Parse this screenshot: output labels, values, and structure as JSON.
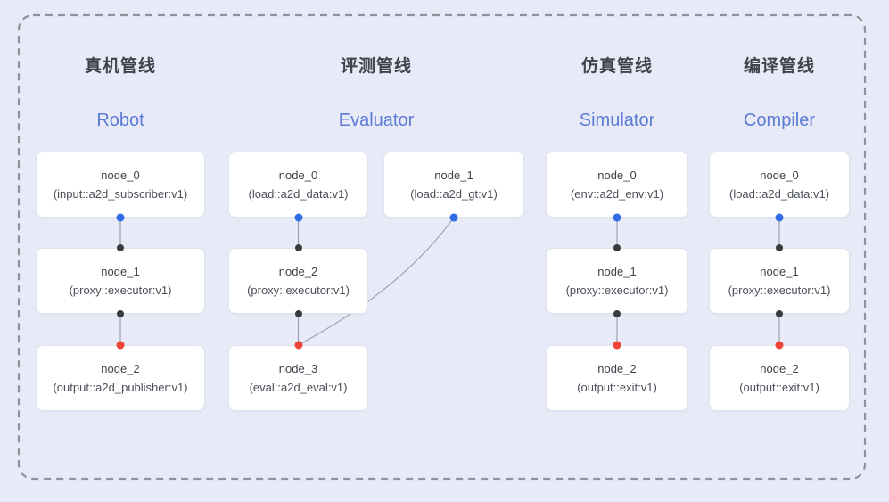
{
  "colors": {
    "background": "#e8ebf7",
    "frame_border": "#8e939b",
    "node_bg": "#ffffff",
    "node_border": "#dfe3ec",
    "title_zh": "#3e434c",
    "title_en": "#5b7bd5",
    "node_title": "#3d424b",
    "node_subtitle": "#4a4f58",
    "edge": "#9aa3b4",
    "port_source": "#2e6be5",
    "port_mid": "#3b3b3f",
    "port_sink": "#ee4437"
  },
  "pipelines": [
    {
      "key": "robot",
      "title_zh": "真机管线",
      "title_en": "Robot",
      "nodes": [
        {
          "title": "node_0",
          "type": "(input::a2d_subscriber:v1)"
        },
        {
          "title": "node_1",
          "type": "(proxy::executor:v1)"
        },
        {
          "title": "node_2",
          "type": "(output::a2d_publisher:v1)"
        }
      ]
    },
    {
      "key": "evaluator",
      "title_zh": "评测管线",
      "title_en": "Evaluator",
      "nodes": [
        {
          "title": "node_0",
          "type": "(load::a2d_data:v1)"
        },
        {
          "title": "node_1",
          "type": "(load::a2d_gt:v1)"
        },
        {
          "title": "node_2",
          "type": "(proxy::executor:v1)"
        },
        {
          "title": "node_3",
          "type": "(eval::a2d_eval:v1)"
        }
      ]
    },
    {
      "key": "simulator",
      "title_zh": "仿真管线",
      "title_en": "Simulator",
      "nodes": [
        {
          "title": "node_0",
          "type": "(env::a2d_env:v1)"
        },
        {
          "title": "node_1",
          "type": "(proxy::executor:v1)"
        },
        {
          "title": "node_2",
          "type": "(output::exit:v1)"
        }
      ]
    },
    {
      "key": "compiler",
      "title_zh": "编译管线",
      "title_en": "Compiler",
      "nodes": [
        {
          "title": "node_0",
          "type": "(load::a2d_data:v1)"
        },
        {
          "title": "node_1",
          "type": "(proxy::executor:v1)"
        },
        {
          "title": "node_2",
          "type": "(output::exit:v1)"
        }
      ]
    }
  ],
  "edges": [
    {
      "from": "robot.node_0",
      "to": "robot.node_1",
      "shape": "straight"
    },
    {
      "from": "robot.node_1",
      "to": "robot.node_2",
      "shape": "straight"
    },
    {
      "from": "evaluator.node_0",
      "to": "evaluator.node_2",
      "shape": "straight"
    },
    {
      "from": "evaluator.node_2",
      "to": "evaluator.node_3",
      "shape": "straight"
    },
    {
      "from": "evaluator.node_1",
      "to": "evaluator.node_3",
      "shape": "curve"
    },
    {
      "from": "simulator.node_0",
      "to": "simulator.node_1",
      "shape": "straight"
    },
    {
      "from": "simulator.node_1",
      "to": "simulator.node_2",
      "shape": "straight"
    },
    {
      "from": "compiler.node_0",
      "to": "compiler.node_1",
      "shape": "straight"
    },
    {
      "from": "compiler.node_1",
      "to": "compiler.node_2",
      "shape": "straight"
    }
  ]
}
